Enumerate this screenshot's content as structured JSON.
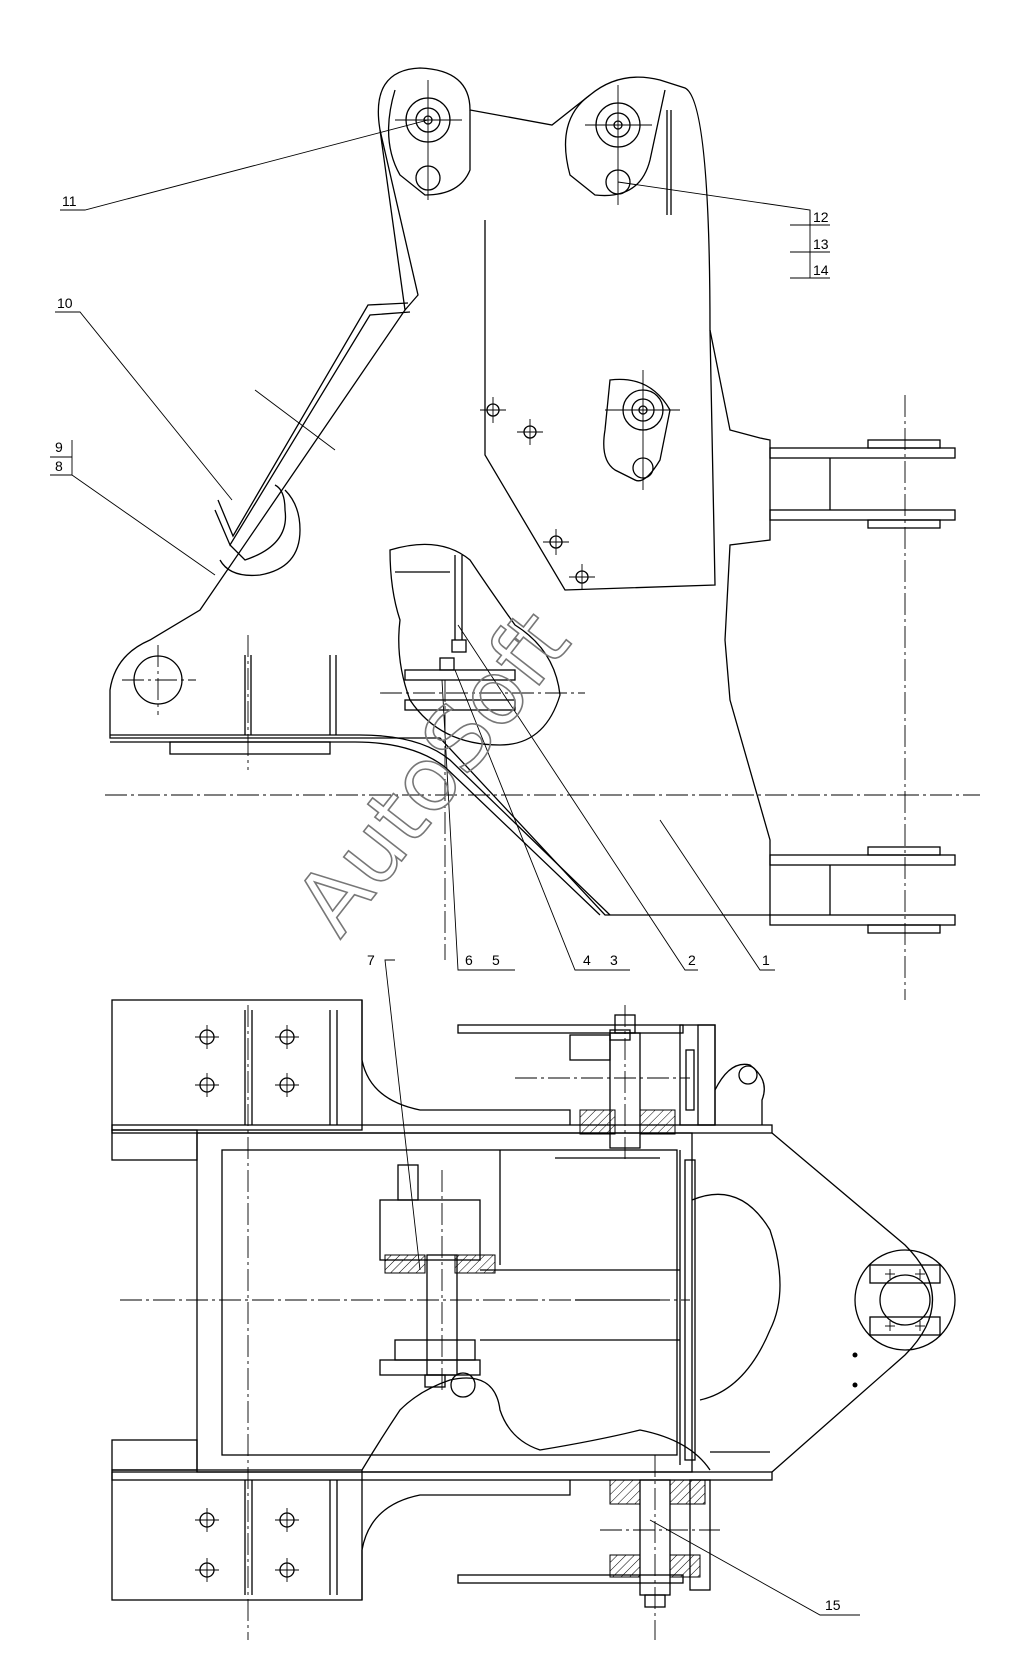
{
  "watermark": "AutoSoft",
  "part_labels": {
    "p1": "1",
    "p2": "2",
    "p3": "3",
    "p4": "4",
    "p5": "5",
    "p6": "6",
    "p7": "7",
    "p8": "8",
    "p9": "9",
    "p10": "10",
    "p11": "11",
    "p12": "12",
    "p13": "13",
    "p14": "14",
    "p15": "15"
  }
}
